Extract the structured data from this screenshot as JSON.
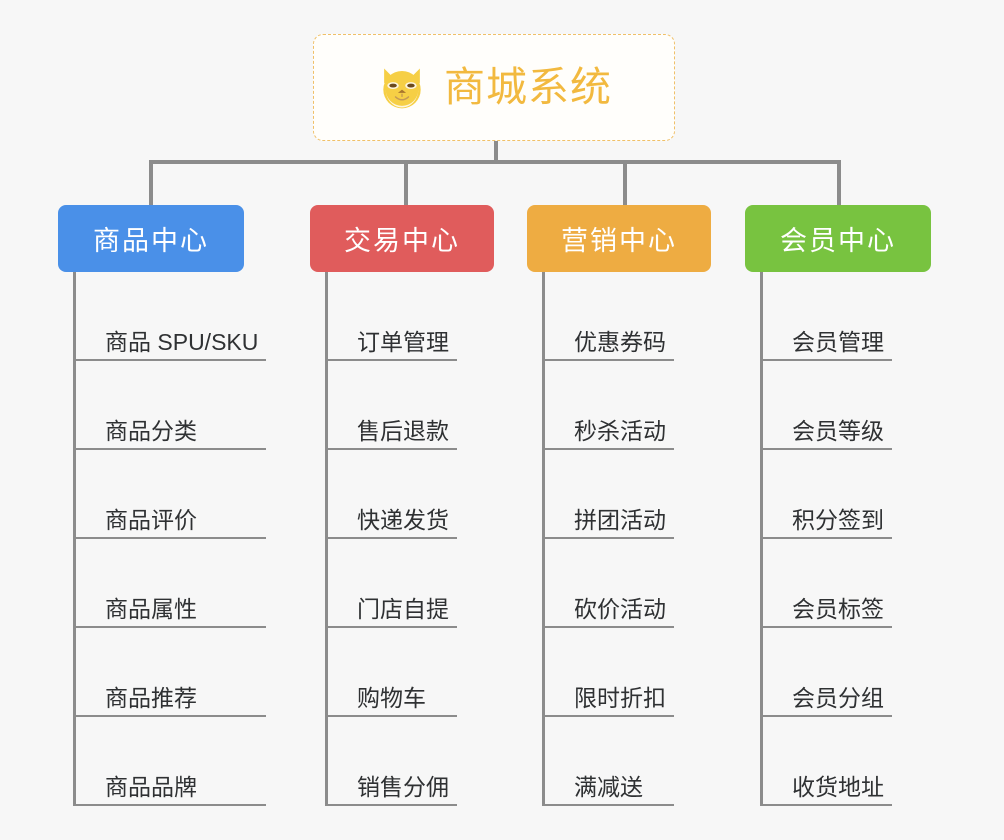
{
  "canvas": {
    "background": "#f7f7f7",
    "line_color": "#8c8c8c"
  },
  "root": {
    "title": "商城系统",
    "icon": "shiba-dog-face-icon",
    "text_color": "#f2b93f",
    "border_color": "#f0c068",
    "background": "#fffefb"
  },
  "branches": [
    {
      "title": "商品中心",
      "color": "#4a90e8",
      "items": [
        "商品 SPU/SKU",
        "商品分类",
        "商品评价",
        "商品属性",
        "商品推荐",
        "商品品牌"
      ]
    },
    {
      "title": "交易中心",
      "color": "#e05c5c",
      "items": [
        "订单管理",
        "售后退款",
        "快递发货",
        "门店自提",
        "购物车",
        "销售分佣"
      ]
    },
    {
      "title": "营销中心",
      "color": "#eeac42",
      "items": [
        "优惠券码",
        "秒杀活动",
        "拼团活动",
        "砍价活动",
        "限时折扣",
        "满减送"
      ]
    },
    {
      "title": "会员中心",
      "color": "#78c busy",
      "items": [
        "会员管理",
        "会员等级",
        "积分签到",
        "会员标签",
        "会员分组",
        "收货地址"
      ]
    }
  ]
}
